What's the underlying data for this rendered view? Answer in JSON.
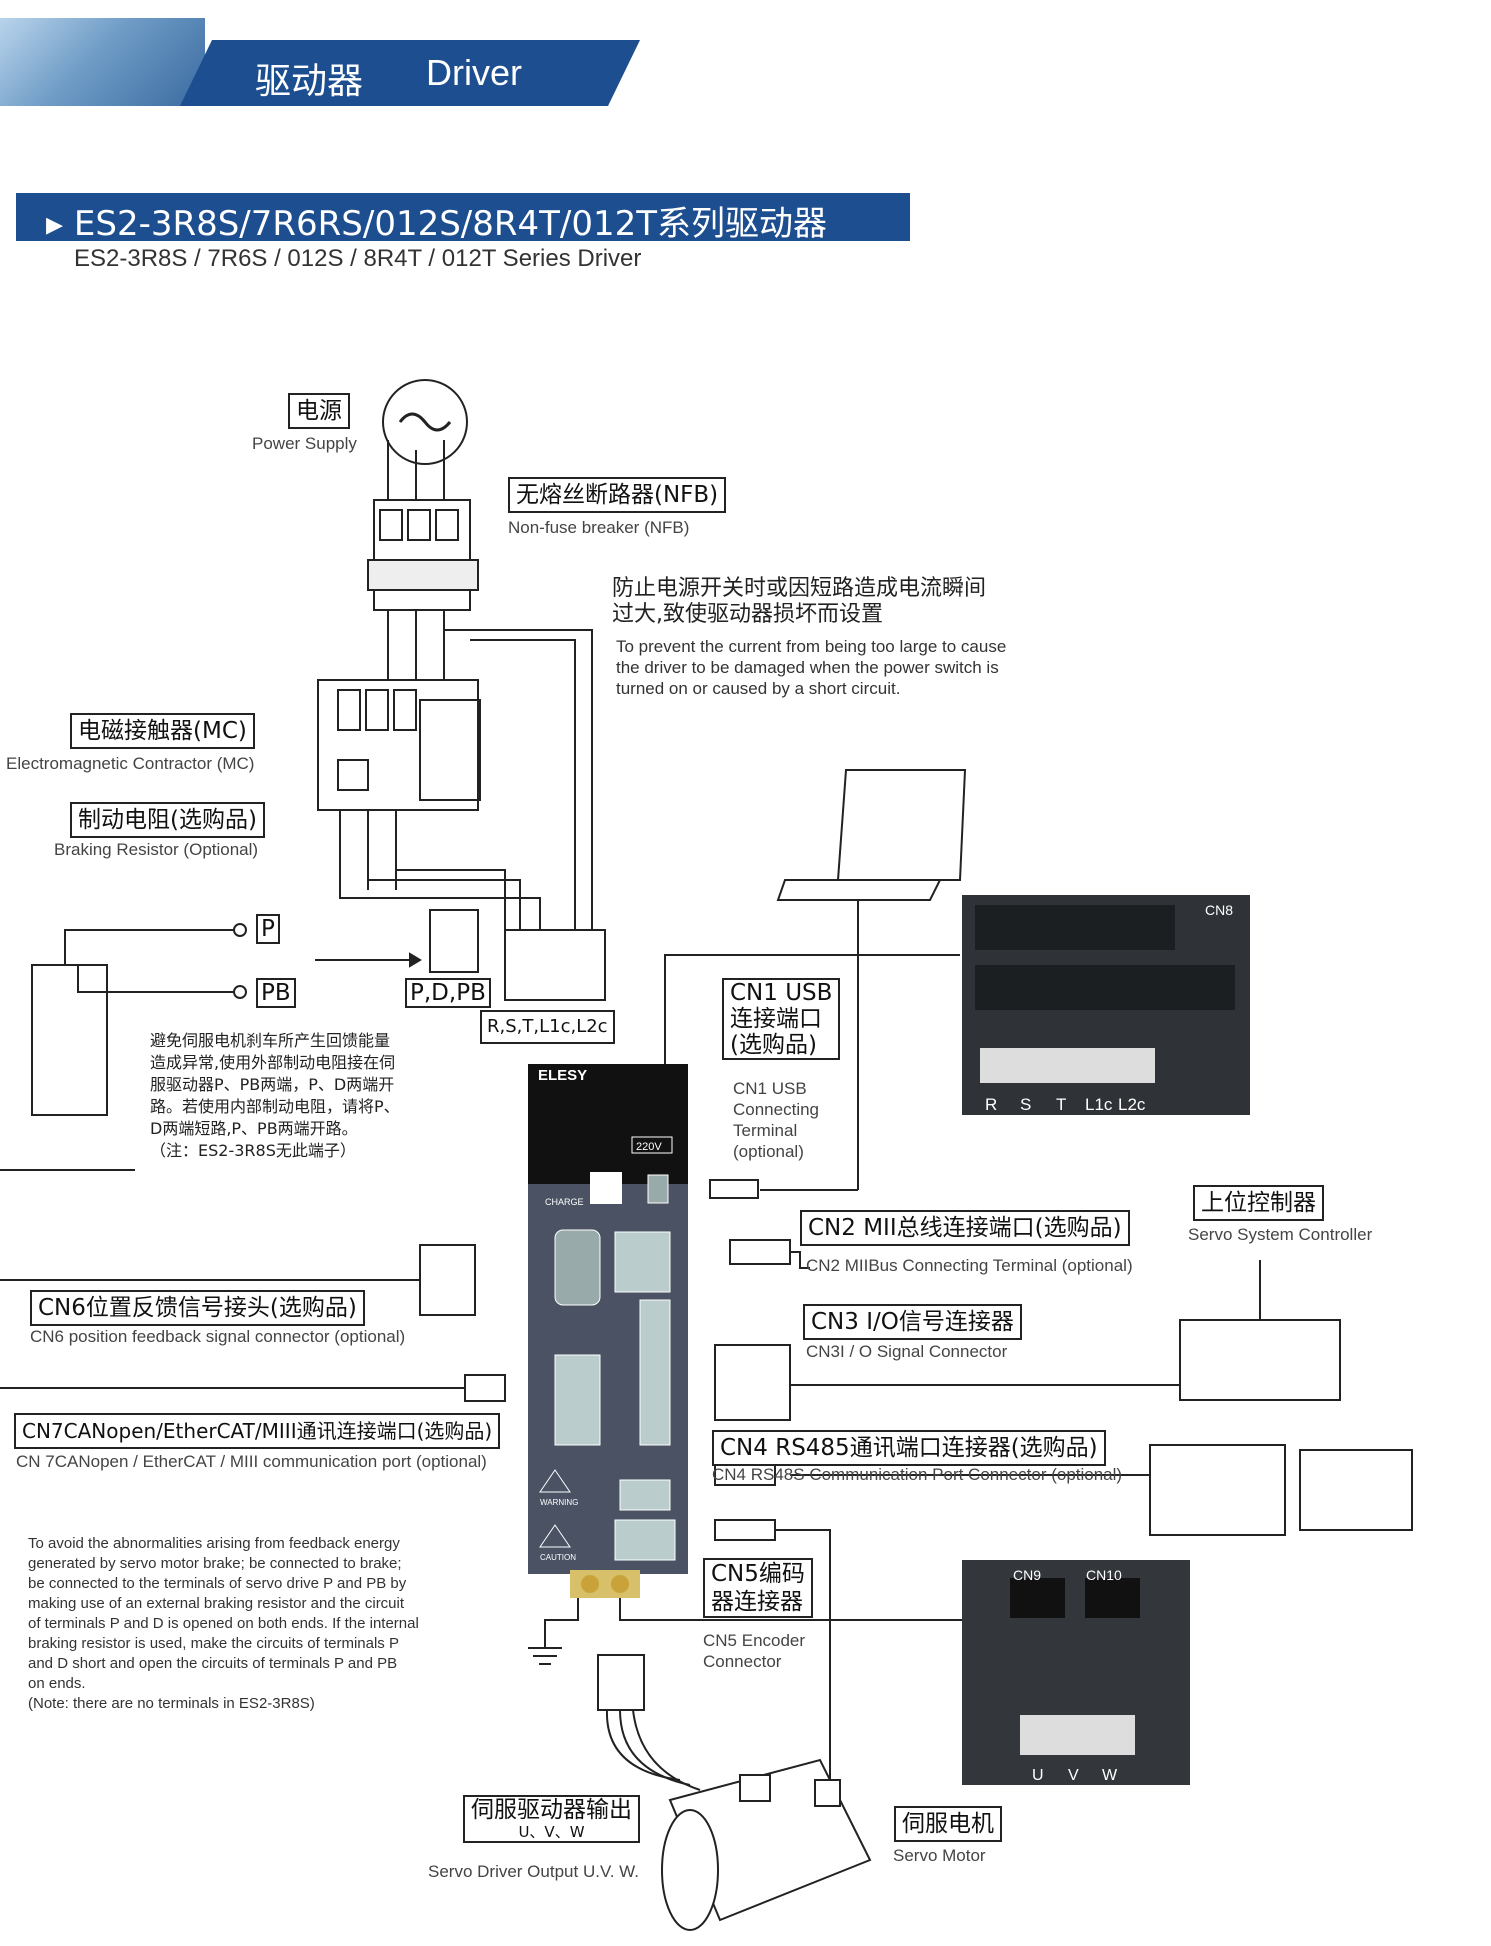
{
  "header": {
    "section_cn": "驱动器",
    "section_en": "Driver",
    "accent": "#1d4e8f"
  },
  "title": {
    "cn": "▸ ES2-3R8S/7R6RS/012S/8R4T/012T系列驱动器",
    "en": "ES2-3R8S / 7R6S / 012S / 8R4T / 012T Series Driver"
  },
  "labels": {
    "power": {
      "cn": "电源",
      "en": "Power Supply"
    },
    "nfb": {
      "cn": "无熔丝断路器(NFB)",
      "en": "Non-fuse breaker (NFB)"
    },
    "prevent": {
      "cn1": "防止电源开关时或因短路造成电流瞬间",
      "cn2": "过大,致使驱动器损坏而设置",
      "en1": "To prevent the current from being too large to cause",
      "en2": "the driver to be damaged when the power switch is",
      "en3": "turned on or caused by a short circuit."
    },
    "mc": {
      "cn": "电磁接触器(MC)",
      "en": "Electromagnetic Contractor (MC)"
    },
    "braking": {
      "cn": "制动电阻(选购品)",
      "en": "Braking Resistor (Optional)"
    },
    "p": "P",
    "pb": "PB",
    "pdpb": "P,D,PB",
    "rst": "R,S,T,L1c,L2c",
    "brake_note_cn": [
      "避免伺服电机刹车所产生回馈能量",
      "造成异常,使用外部制动电阻接在伺",
      "服驱动器P、PB两端，P、D两端开",
      "路。若使用内部制动电阻，请将P、",
      "D两端短路,P、PB两端开路。",
      "（注：ES2-3R8S无此端子）"
    ],
    "brake_note_en": [
      "To avoid the abnormalities arising from feedback energy",
      "generated by servo motor  brake; be connected to brake;",
      "be connected to the terminals of servo drive P and PB by",
      "making use of an external braking resistor and the circuit",
      "of terminals P and D is opened on both ends. If the internal",
      "braking resistor is used, make the circuits of terminals P",
      "and D short and open the circuits of terminals P and PB",
      "on ends.",
      "(Note: there are no terminals in ES2-3R8S)"
    ],
    "cn1": {
      "cn1": "CN1 USB",
      "cn2": "连接端口",
      "cn3": "(选购品)",
      "en1": "CN1 USB",
      "en2": "Connecting",
      "en3": "Terminal",
      "en4": "(optional)"
    },
    "cn2": {
      "cn": "CN2 MII总线连接端口(选购品)",
      "en": "CN2 MIIBus Connecting Terminal (optional)"
    },
    "controller": {
      "cn": "上位控制器",
      "en": "Servo System Controller"
    },
    "cn6": {
      "cn": "CN6位置反馈信号接头(选购品)",
      "en": "CN6 position feedback signal connector (optional)"
    },
    "cn3": {
      "cn": "CN3 I/O信号连接器",
      "en": "CN3I / O Signal Connector"
    },
    "cn7": {
      "cn": "CN7CANopen/EtherCAT/MIII通讯连接端口(选购品)",
      "en": "CN 7CANopen  / EtherCAT / MIII communication port (optional)"
    },
    "cn4": {
      "cn": "CN4 RS485通讯端口连接器(选购品)",
      "en": "CN4 RS48S Communication Port Connector (optional)"
    },
    "cn5": {
      "cn1": "CN5编码",
      "cn2": "器连接器",
      "en1": "CN5 Encoder",
      "en2": "Connector"
    },
    "output": {
      "cn1": "伺服驱动器输出",
      "cn2": "U、V、W",
      "en": "Servo Driver Output U.V. W."
    },
    "motor": {
      "cn": "伺服电机",
      "en": "Servo Motor"
    }
  },
  "driver": {
    "brand": "ELESY",
    "voltage": "220V",
    "charge": "CHARGE",
    "warning": "WARNING",
    "caution": "CAUTION",
    "ports": [
      "CN1",
      "CN2",
      "CN6",
      "CN3",
      "CN7",
      "CN4",
      "CN5"
    ]
  },
  "photo_top": {
    "cn8": "CN8",
    "terminals": [
      "R",
      "S",
      "T",
      "L1c",
      "L2c"
    ]
  },
  "photo_bottom": {
    "cn9": "CN9",
    "cn10": "CN10",
    "terminals": [
      "U",
      "V",
      "W"
    ]
  }
}
